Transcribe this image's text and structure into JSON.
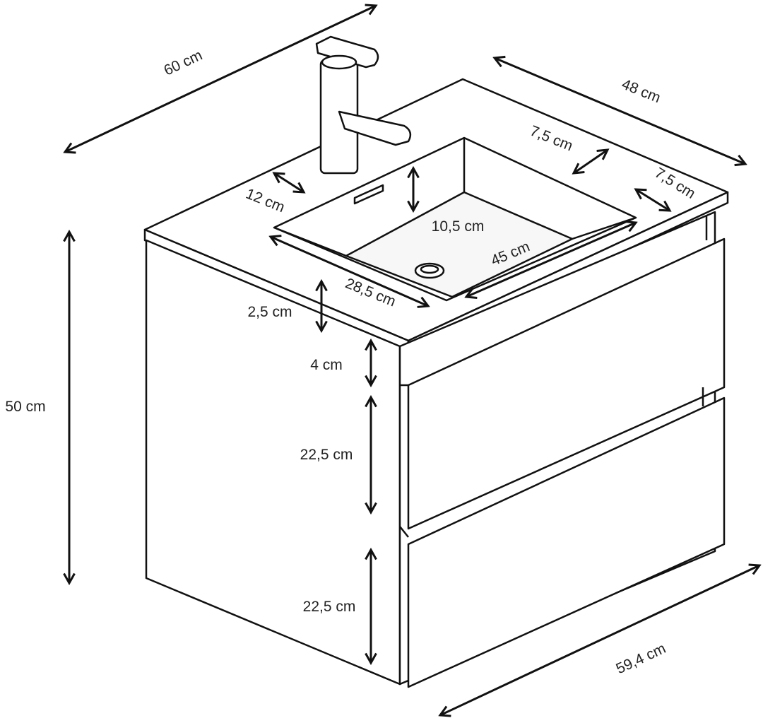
{
  "dimensions": {
    "width_top": "60 cm",
    "depth_top": "48 cm",
    "height_total": "50 cm",
    "front_width": "59,4 cm",
    "basin_rim_back": "7,5 cm",
    "basin_rim_right": "7,5 cm",
    "basin_rim_left": "12 cm",
    "basin_depth": "10,5 cm",
    "basin_length": "45 cm",
    "basin_width": "28,5 cm",
    "top_thickness": "2,5 cm",
    "gap": "4 cm",
    "drawer_upper": "22,5 cm",
    "drawer_lower": "22,5 cm"
  },
  "colors": {
    "line": "#111111",
    "text": "#222222"
  }
}
